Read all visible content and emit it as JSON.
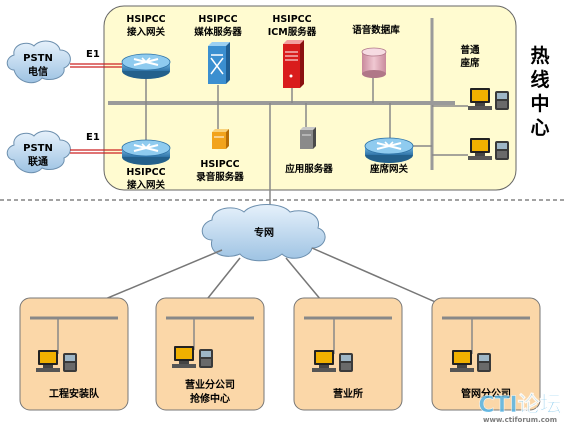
{
  "hotline_center": {
    "side_label": [
      "热",
      "线",
      "中",
      "心"
    ],
    "pstn": [
      {
        "line1": "PSTN",
        "line2": "电信",
        "link_label": "E1"
      },
      {
        "line1": "PSTN",
        "line2": "联通",
        "link_label": "E1"
      }
    ],
    "devices": {
      "access_gateway_top": [
        "HSIPCC",
        "接入网关"
      ],
      "media_server": [
        "HSIPCC",
        "媒体服务器"
      ],
      "icm_server": [
        "HSIPCC",
        "ICM服务器"
      ],
      "voice_db": [
        "语音数据库"
      ],
      "regular_seat": [
        "普通",
        "座席"
      ],
      "access_gateway_bottom": [
        "HSIPCC",
        "接入网关"
      ],
      "recording_server": [
        "HSIPCC",
        "录音服务器"
      ],
      "app_server": [
        "应用服务器"
      ],
      "seat_gateway": [
        "座席网关"
      ]
    }
  },
  "private_network": {
    "label": "专网"
  },
  "branches": [
    {
      "lines": [
        "工程安装队"
      ]
    },
    {
      "lines": [
        "营业分公司",
        "抢修中心"
      ]
    },
    {
      "lines": [
        "营业所"
      ]
    },
    {
      "lines": [
        "管网分公司"
      ]
    }
  ],
  "watermark": {
    "brand": "CTI论坛",
    "url": "www.ctiforum.com"
  },
  "colors": {
    "hotline_fill": "#fffbd0",
    "branch_fill": "#fbd7a8",
    "bus": "#9a9a9a",
    "router": "#3f86b8",
    "server_red": "#d91c1c",
    "server_blue": "#3b8fd0",
    "recorder_orange": "#f2a31c",
    "e1_link": "#cc2222"
  }
}
